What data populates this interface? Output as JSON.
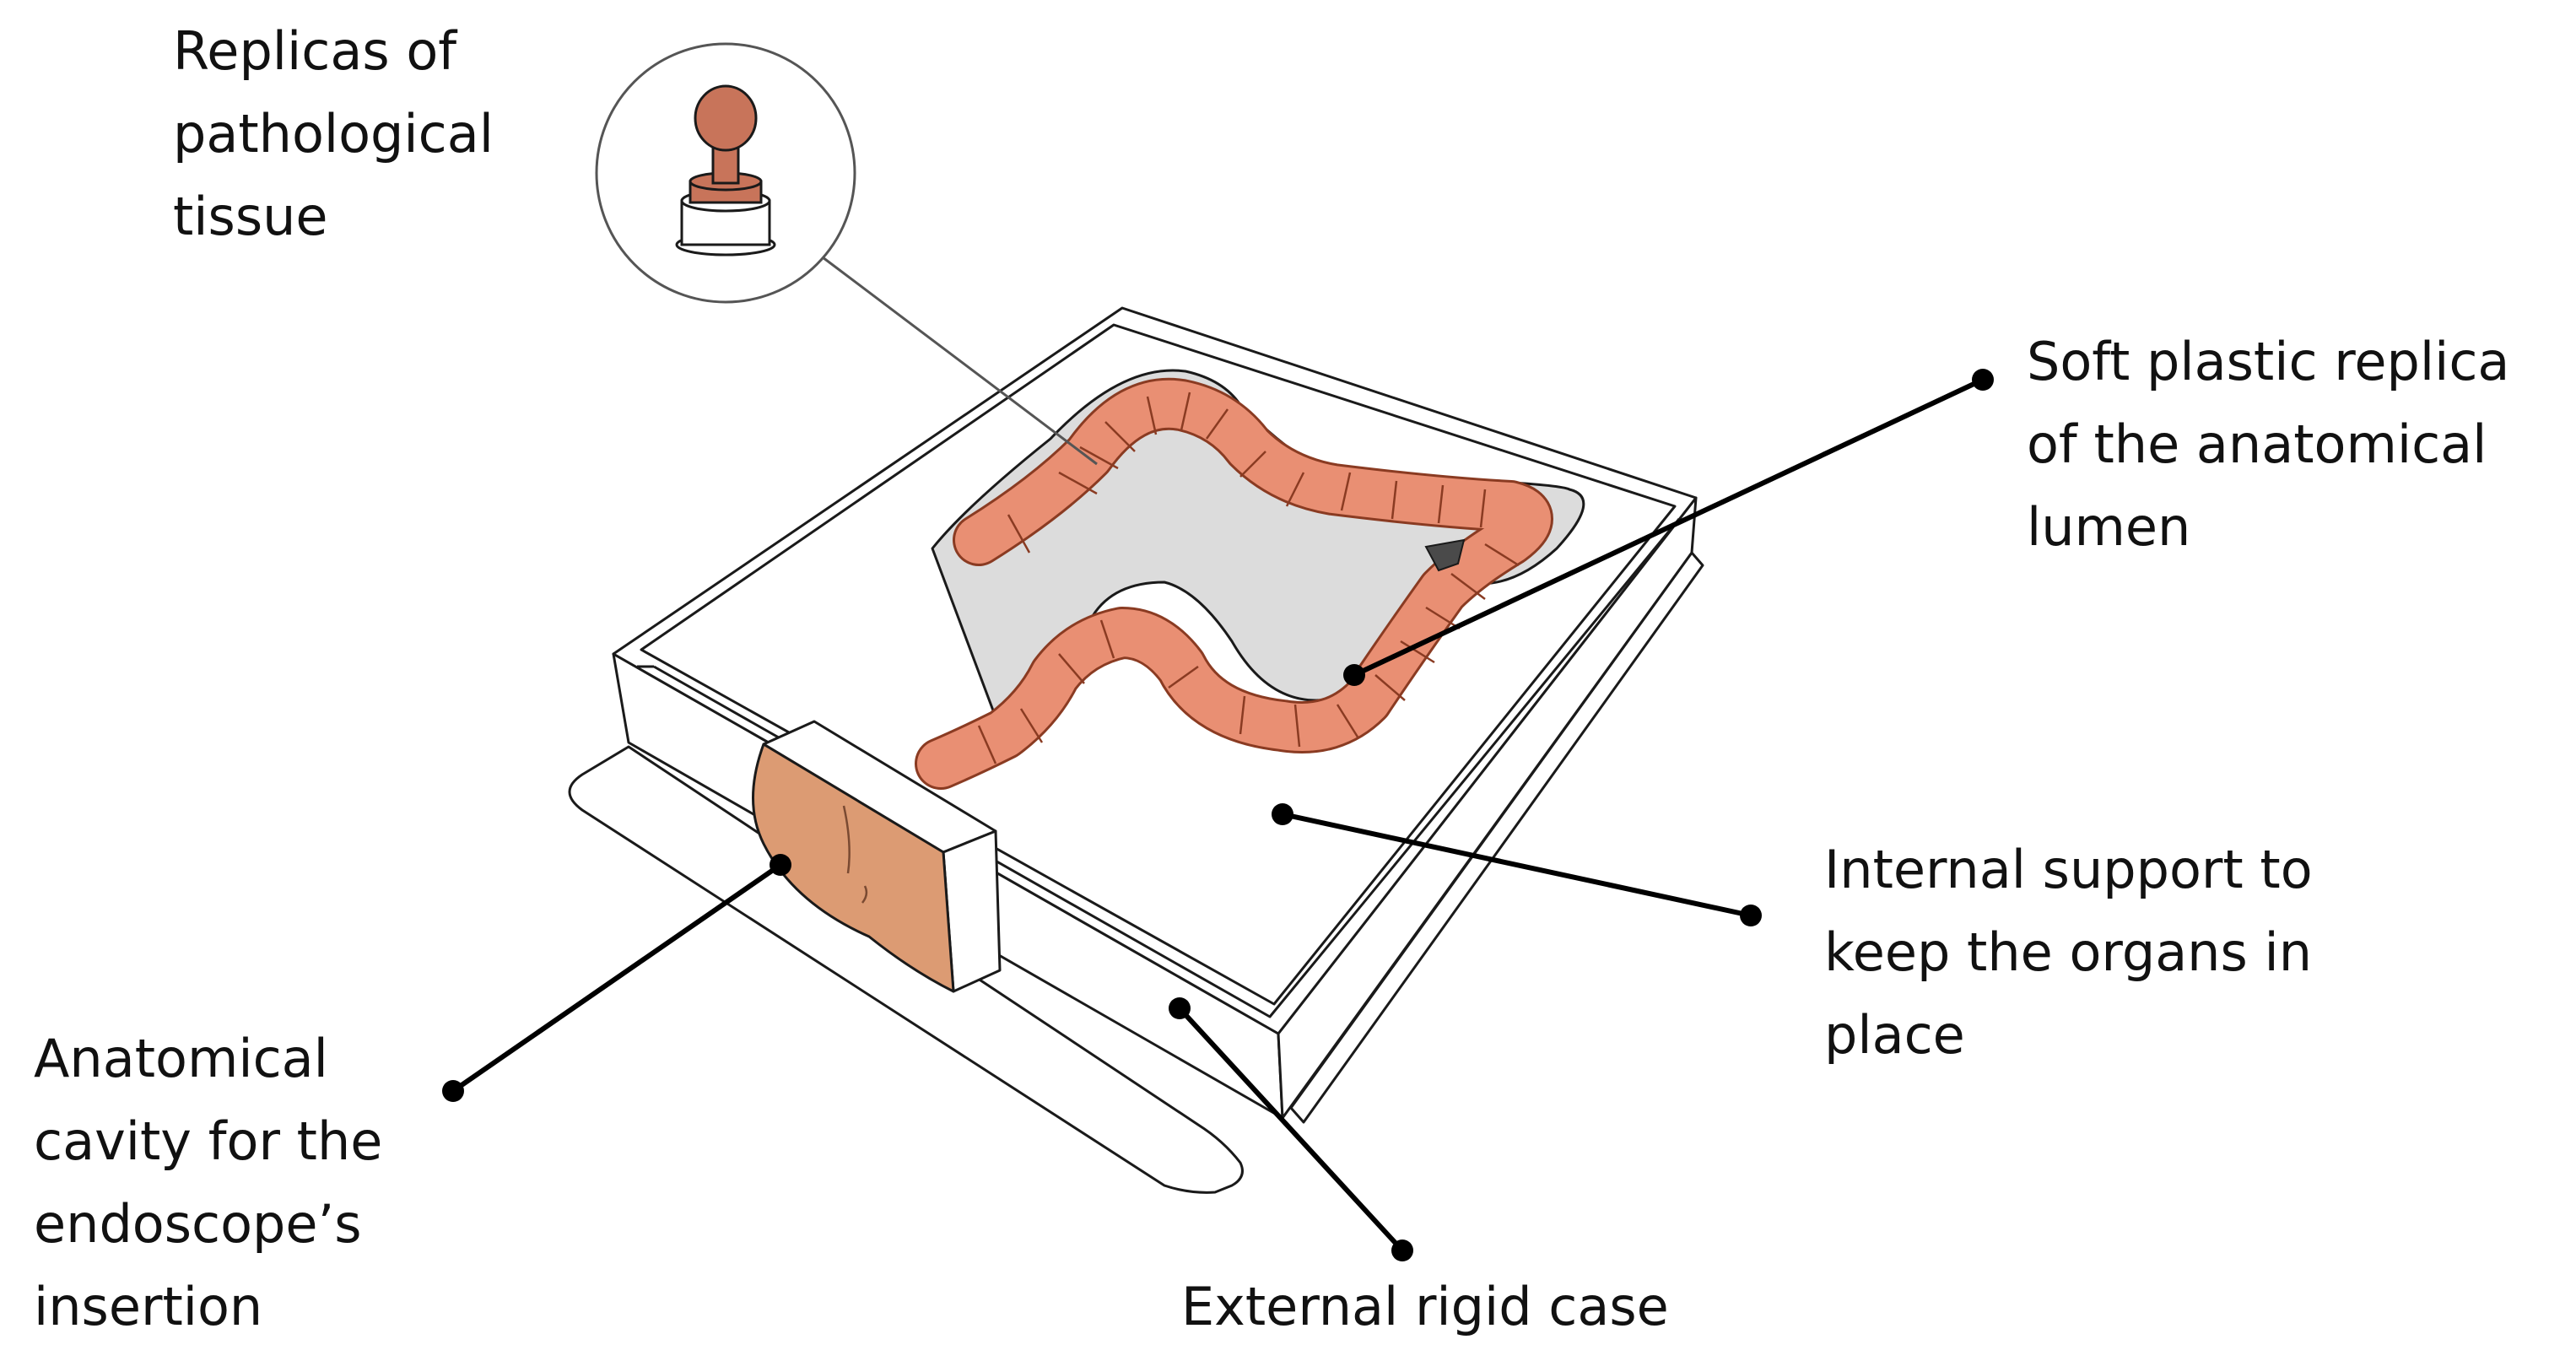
{
  "labels": {
    "replicas": [
      "Replicas of",
      "pathological",
      "tissue"
    ],
    "soft_replica": [
      "Soft plastic replica",
      "of the anatomical",
      "lumen"
    ],
    "internal_support": [
      "Internal support to",
      "keep the organs in",
      "place"
    ],
    "anatomical_cavity": [
      "Anatomical",
      "cavity for the",
      "endoscope’s",
      "insertion"
    ],
    "external_case": [
      "External rigid case"
    ]
  },
  "colors": {
    "colon_fill": "#e98f73",
    "colon_stroke": "#8a3b22",
    "cavity_fill": "#dc9b73",
    "tray_shadow": "#dcdcdc",
    "lesion": "#4a4a4a",
    "tissue_head": "#c8745a",
    "outline": "#1a1a1a",
    "leader": "#000000"
  }
}
